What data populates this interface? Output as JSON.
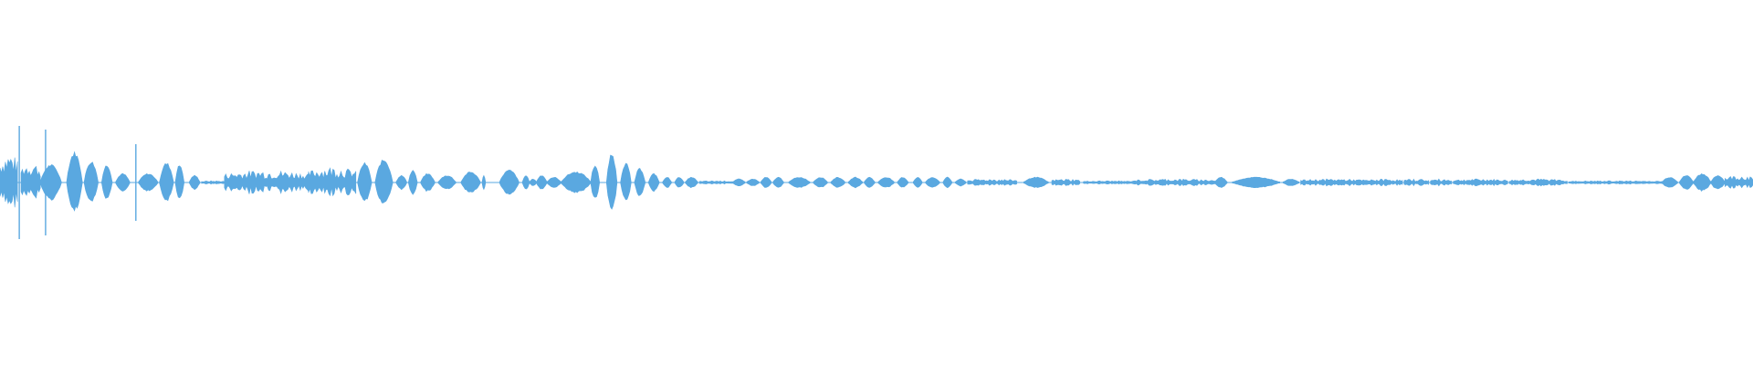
{
  "waveform": {
    "color": "#5aa8e0",
    "background": "#ffffff",
    "centerline_fraction": 0.5,
    "segments": [
      {
        "from": 0.0,
        "to": 0.01,
        "peak": 0.17,
        "shape": "noise"
      },
      {
        "from": 0.01,
        "to": 0.012,
        "peak": 0.31,
        "shape": "spike"
      },
      {
        "from": 0.012,
        "to": 0.023,
        "peak": 0.12,
        "shape": "noise"
      },
      {
        "from": 0.025,
        "to": 0.027,
        "peak": 0.29,
        "shape": "spike"
      },
      {
        "from": 0.023,
        "to": 0.035,
        "peak": 0.1,
        "shape": "blob"
      },
      {
        "from": 0.038,
        "to": 0.047,
        "peak": 0.17,
        "shape": "blob"
      },
      {
        "from": 0.048,
        "to": 0.056,
        "peak": 0.12,
        "shape": "blob"
      },
      {
        "from": 0.058,
        "to": 0.064,
        "peak": 0.1,
        "shape": "blob"
      },
      {
        "from": 0.066,
        "to": 0.074,
        "peak": 0.05,
        "shape": "blob"
      },
      {
        "from": 0.076,
        "to": 0.079,
        "peak": 0.21,
        "shape": "spike"
      },
      {
        "from": 0.079,
        "to": 0.09,
        "peak": 0.05,
        "shape": "blob"
      },
      {
        "from": 0.091,
        "to": 0.099,
        "peak": 0.11,
        "shape": "blob"
      },
      {
        "from": 0.1,
        "to": 0.105,
        "peak": 0.1,
        "shape": "blob"
      },
      {
        "from": 0.108,
        "to": 0.114,
        "peak": 0.04,
        "shape": "blob"
      },
      {
        "from": 0.115,
        "to": 0.128,
        "peak": 0.01,
        "shape": "noise"
      },
      {
        "from": 0.128,
        "to": 0.176,
        "peak": 0.07,
        "shape": "noise"
      },
      {
        "from": 0.176,
        "to": 0.203,
        "peak": 0.09,
        "shape": "noise"
      },
      {
        "from": 0.204,
        "to": 0.212,
        "peak": 0.11,
        "shape": "blob"
      },
      {
        "from": 0.214,
        "to": 0.224,
        "peak": 0.13,
        "shape": "blob"
      },
      {
        "from": 0.226,
        "to": 0.232,
        "peak": 0.04,
        "shape": "blob"
      },
      {
        "from": 0.233,
        "to": 0.238,
        "peak": 0.07,
        "shape": "blob"
      },
      {
        "from": 0.24,
        "to": 0.248,
        "peak": 0.05,
        "shape": "blob"
      },
      {
        "from": 0.25,
        "to": 0.26,
        "peak": 0.04,
        "shape": "blob"
      },
      {
        "from": 0.263,
        "to": 0.274,
        "peak": 0.06,
        "shape": "blob"
      },
      {
        "from": 0.275,
        "to": 0.277,
        "peak": 0.04,
        "shape": "blob"
      },
      {
        "from": 0.285,
        "to": 0.296,
        "peak": 0.07,
        "shape": "blob"
      },
      {
        "from": 0.298,
        "to": 0.302,
        "peak": 0.04,
        "shape": "blob"
      },
      {
        "from": 0.302,
        "to": 0.306,
        "peak": 0.02,
        "shape": "blob"
      },
      {
        "from": 0.306,
        "to": 0.312,
        "peak": 0.04,
        "shape": "blob"
      },
      {
        "from": 0.312,
        "to": 0.32,
        "peak": 0.03,
        "shape": "blob"
      },
      {
        "from": 0.32,
        "to": 0.337,
        "peak": 0.06,
        "shape": "blob"
      },
      {
        "from": 0.337,
        "to": 0.342,
        "peak": 0.1,
        "shape": "blob"
      },
      {
        "from": 0.346,
        "to": 0.352,
        "peak": 0.16,
        "shape": "blob"
      },
      {
        "from": 0.354,
        "to": 0.36,
        "peak": 0.11,
        "shape": "blob"
      },
      {
        "from": 0.362,
        "to": 0.368,
        "peak": 0.08,
        "shape": "blob"
      },
      {
        "from": 0.37,
        "to": 0.376,
        "peak": 0.05,
        "shape": "blob"
      },
      {
        "from": 0.378,
        "to": 0.383,
        "peak": 0.03,
        "shape": "blob"
      },
      {
        "from": 0.385,
        "to": 0.39,
        "peak": 0.03,
        "shape": "blob"
      },
      {
        "from": 0.391,
        "to": 0.398,
        "peak": 0.03,
        "shape": "blob"
      },
      {
        "from": 0.399,
        "to": 0.418,
        "peak": 0.01,
        "shape": "noise"
      },
      {
        "from": 0.418,
        "to": 0.425,
        "peak": 0.02,
        "shape": "blob"
      },
      {
        "from": 0.426,
        "to": 0.433,
        "peak": 0.02,
        "shape": "blob"
      },
      {
        "from": 0.434,
        "to": 0.44,
        "peak": 0.03,
        "shape": "blob"
      },
      {
        "from": 0.441,
        "to": 0.447,
        "peak": 0.03,
        "shape": "blob"
      },
      {
        "from": 0.45,
        "to": 0.462,
        "peak": 0.03,
        "shape": "blob"
      },
      {
        "from": 0.464,
        "to": 0.472,
        "peak": 0.03,
        "shape": "blob"
      },
      {
        "from": 0.474,
        "to": 0.482,
        "peak": 0.03,
        "shape": "blob"
      },
      {
        "from": 0.484,
        "to": 0.492,
        "peak": 0.03,
        "shape": "blob"
      },
      {
        "from": 0.493,
        "to": 0.499,
        "peak": 0.03,
        "shape": "blob"
      },
      {
        "from": 0.501,
        "to": 0.51,
        "peak": 0.03,
        "shape": "blob"
      },
      {
        "from": 0.512,
        "to": 0.518,
        "peak": 0.03,
        "shape": "blob"
      },
      {
        "from": 0.521,
        "to": 0.526,
        "peak": 0.03,
        "shape": "blob"
      },
      {
        "from": 0.528,
        "to": 0.536,
        "peak": 0.03,
        "shape": "blob"
      },
      {
        "from": 0.538,
        "to": 0.543,
        "peak": 0.03,
        "shape": "blob"
      },
      {
        "from": 0.545,
        "to": 0.551,
        "peak": 0.02,
        "shape": "blob"
      },
      {
        "from": 0.552,
        "to": 0.58,
        "peak": 0.02,
        "shape": "noise"
      },
      {
        "from": 0.584,
        "to": 0.598,
        "peak": 0.03,
        "shape": "blob"
      },
      {
        "from": 0.6,
        "to": 0.616,
        "peak": 0.02,
        "shape": "noise"
      },
      {
        "from": 0.618,
        "to": 0.646,
        "peak": 0.01,
        "shape": "noise"
      },
      {
        "from": 0.646,
        "to": 0.693,
        "peak": 0.02,
        "shape": "noise"
      },
      {
        "from": 0.693,
        "to": 0.7,
        "peak": 0.03,
        "shape": "blob"
      },
      {
        "from": 0.703,
        "to": 0.73,
        "peak": 0.03,
        "shape": "blob"
      },
      {
        "from": 0.732,
        "to": 0.741,
        "peak": 0.02,
        "shape": "blob"
      },
      {
        "from": 0.742,
        "to": 0.78,
        "peak": 0.02,
        "shape": "noise"
      },
      {
        "from": 0.78,
        "to": 0.8,
        "peak": 0.02,
        "shape": "noise"
      },
      {
        "from": 0.801,
        "to": 0.815,
        "peak": 0.02,
        "shape": "noise"
      },
      {
        "from": 0.816,
        "to": 0.828,
        "peak": 0.02,
        "shape": "noise"
      },
      {
        "from": 0.829,
        "to": 0.86,
        "peak": 0.02,
        "shape": "noise"
      },
      {
        "from": 0.861,
        "to": 0.894,
        "peak": 0.02,
        "shape": "noise"
      },
      {
        "from": 0.895,
        "to": 0.948,
        "peak": 0.01,
        "shape": "noise"
      },
      {
        "from": 0.948,
        "to": 0.957,
        "peak": 0.03,
        "shape": "blob"
      },
      {
        "from": 0.958,
        "to": 0.966,
        "peak": 0.04,
        "shape": "blob"
      },
      {
        "from": 0.966,
        "to": 0.976,
        "peak": 0.05,
        "shape": "blob"
      },
      {
        "from": 0.976,
        "to": 0.984,
        "peak": 0.04,
        "shape": "blob"
      },
      {
        "from": 0.984,
        "to": 1.0,
        "peak": 0.04,
        "shape": "noise"
      }
    ]
  }
}
